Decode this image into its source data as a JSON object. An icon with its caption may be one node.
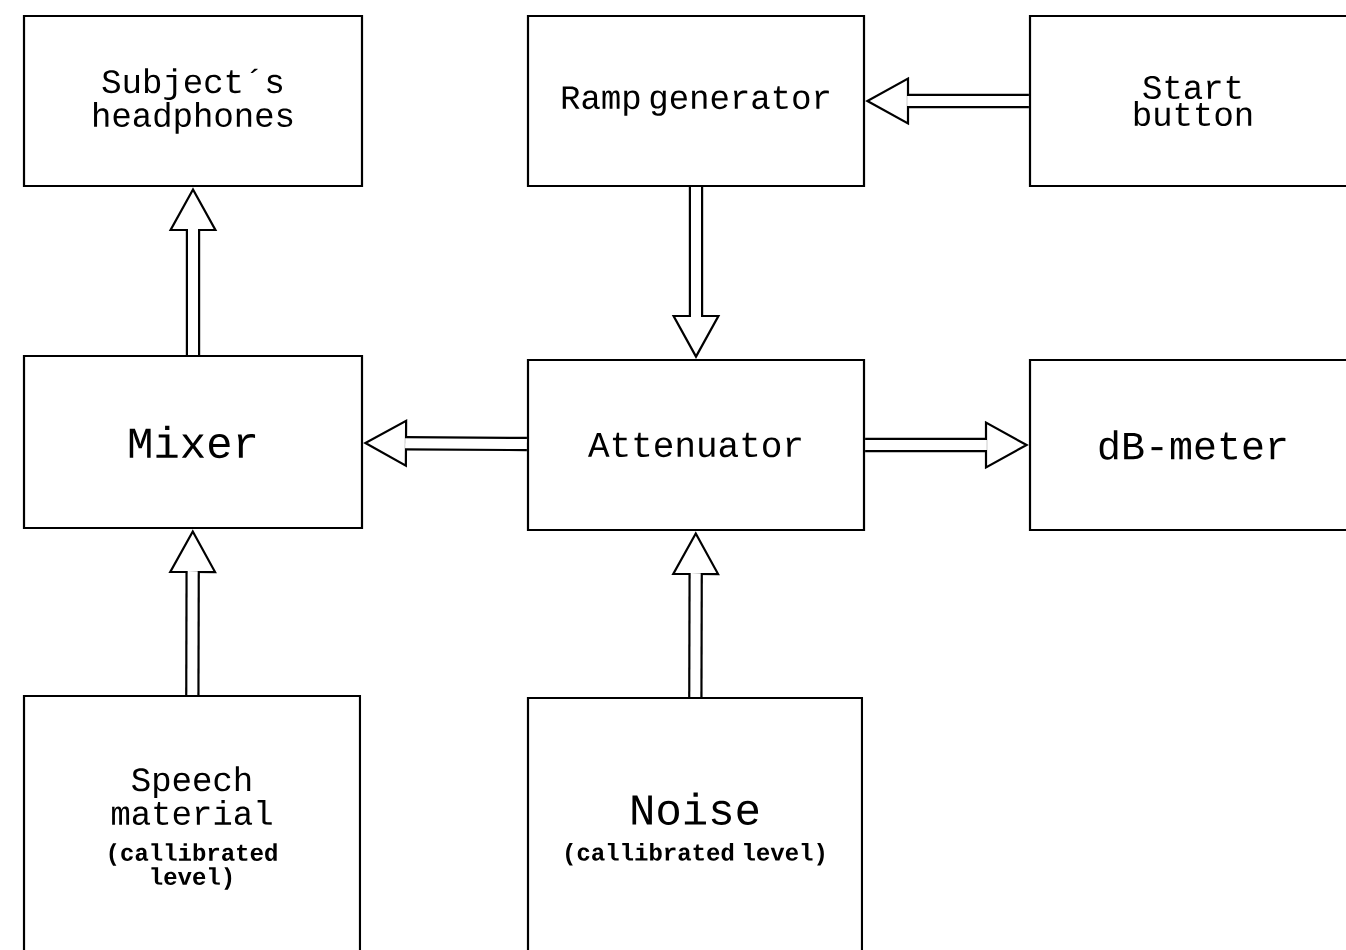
{
  "diagram": {
    "nodes": [
      {
        "text": [
          "Subject´s headphones"
        ]
      },
      {
        "text": [
          "Ramp generator"
        ]
      },
      {
        "text": [
          "Start button"
        ]
      },
      {
        "text": [
          "Mixer"
        ]
      },
      {
        "text": [
          "Attenuator"
        ]
      },
      {
        "text": [
          "dB-meter"
        ]
      },
      {
        "text": [
          "Speech material",
          "(callibrated level)"
        ]
      },
      {
        "text": [
          "Noise",
          "(callibrated level)"
        ]
      }
    ],
    "edges": [
      {
        "from": 2,
        "to": 1,
        "arrow": "to"
      },
      {
        "from": 1,
        "to": 4,
        "arrow": "to"
      },
      {
        "from": 4,
        "to": 3,
        "arrow": "to"
      },
      {
        "from": 4,
        "to": 5,
        "arrow": "to"
      },
      {
        "from": 3,
        "to": 0,
        "arrow": "to"
      },
      {
        "from": 6,
        "to": 3,
        "arrow": "to"
      },
      {
        "from": 7,
        "to": 4,
        "arrow": "to"
      }
    ]
  }
}
